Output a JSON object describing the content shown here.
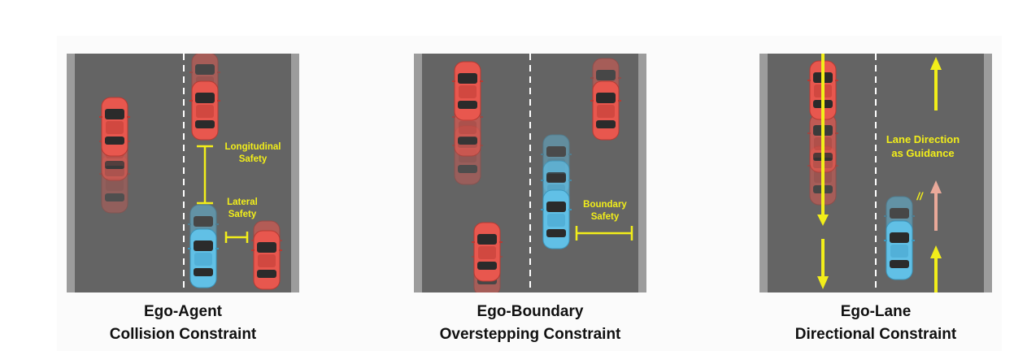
{
  "colors": {
    "road": "#646464",
    "shoulder": "#9c9c9c",
    "lane_marking": "#ffffff",
    "agent_car": "#e8574e",
    "ego_car": "#61c0e6",
    "annotation": "#f2ee1a",
    "guidance_arrow": "#e9a99a"
  },
  "panels": [
    {
      "labels": {
        "longitudinal": [
          "Longitudinal",
          "Safety"
        ],
        "lateral": [
          "Lateral",
          "Safety"
        ]
      },
      "caption": {
        "line1": "Ego-Agent",
        "line2": "Collision Constraint"
      }
    },
    {
      "labels": {
        "boundary": [
          "Boundary",
          "Safety"
        ]
      },
      "caption": {
        "line1": "Ego-Boundary",
        "line2": "Overstepping Constraint"
      }
    },
    {
      "labels": {
        "lane_direction": [
          "Lane Direction",
          "as Guidance"
        ],
        "parallel": "//"
      },
      "caption": {
        "line1": "Ego-Lane",
        "line2": "Directional Constraint"
      }
    }
  ]
}
